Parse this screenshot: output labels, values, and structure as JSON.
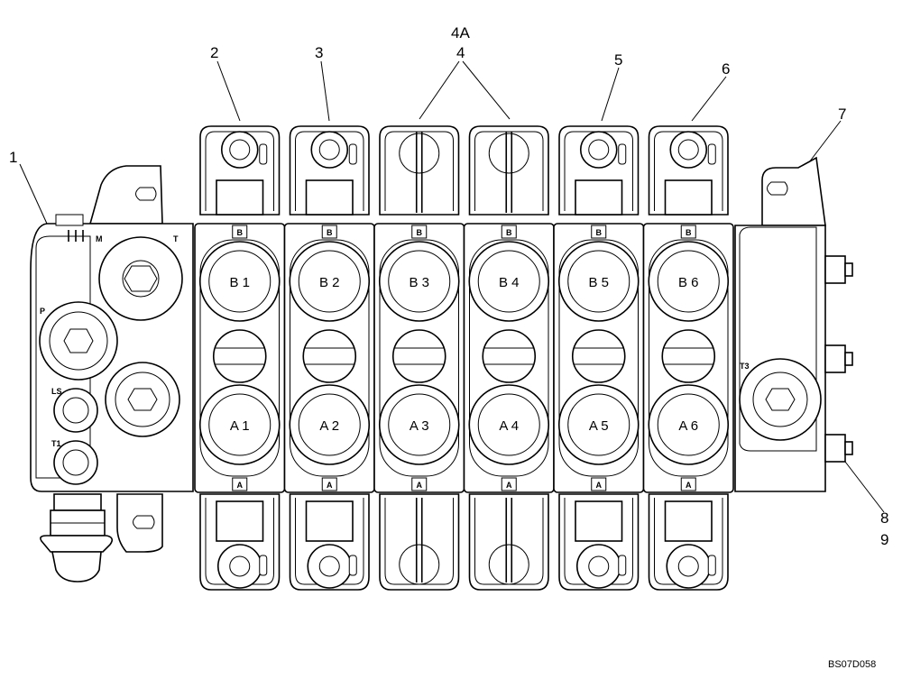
{
  "callouts": {
    "c1": "1",
    "c2": "2",
    "c3": "3",
    "c4a": "4A",
    "c4": "4",
    "c5": "5",
    "c6": "6",
    "c7": "7",
    "c8": "8",
    "c9": "9"
  },
  "sections": [
    {
      "b_port": "B 1",
      "a_port": "A 1",
      "b_mark": "B",
      "a_mark": "A"
    },
    {
      "b_port": "B 2",
      "a_port": "A 2",
      "b_mark": "B",
      "a_mark": "A"
    },
    {
      "b_port": "B 3",
      "a_port": "A 3",
      "b_mark": "B",
      "a_mark": "A"
    },
    {
      "b_port": "B 4",
      "a_port": "A 4",
      "b_mark": "B",
      "a_mark": "A"
    },
    {
      "b_port": "B 5",
      "a_port": "A 5",
      "b_mark": "B",
      "a_mark": "A"
    },
    {
      "b_port": "B 6",
      "a_port": "A 6",
      "b_mark": "B",
      "a_mark": "A"
    }
  ],
  "inlet_labels": {
    "p": "P",
    "t": "T",
    "m": "M",
    "ls": "LS",
    "t1": "T1"
  },
  "end_cover_label": "T3",
  "drawing_code": "BS07D058"
}
